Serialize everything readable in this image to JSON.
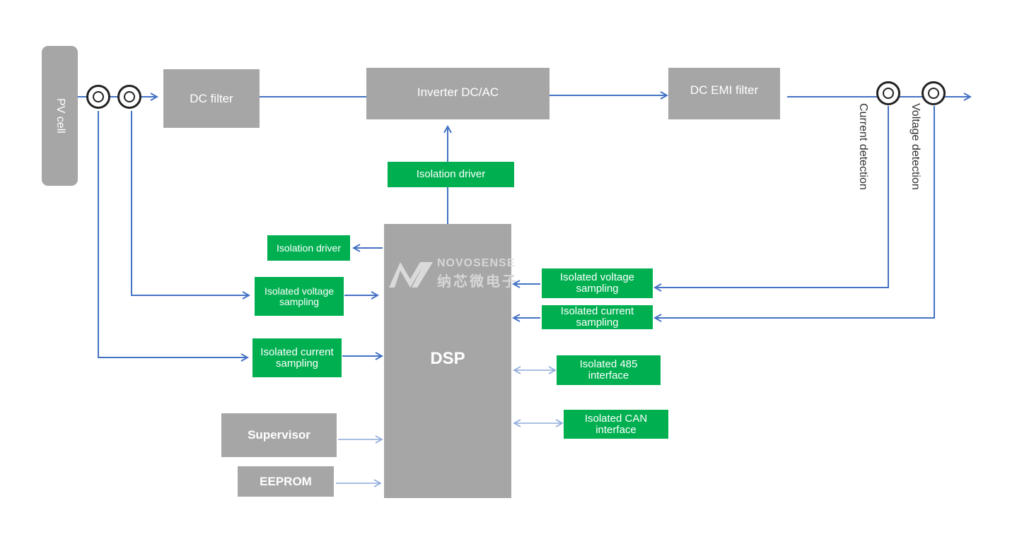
{
  "diagram": {
    "pv_cell": "PV cell",
    "dc_filter": "DC filter",
    "inverter": "Inverter DC/AC",
    "dc_emi_filter": "DC EMI filter",
    "current_detection": "Current detection",
    "voltage_detection": "Voltage detection",
    "isolation_driver_top": "Isolation driver",
    "isolation_driver_left": "Isolation driver",
    "left_voltage_sampling": "Isolated voltage sampling",
    "left_current_sampling": "Isolated current sampling",
    "right_voltage_sampling": "Isolated voltage sampling",
    "right_current_sampling": "Isolated current sampling",
    "dsp": "DSP",
    "rs485": "Isolated 485 interface",
    "can": "Isolated CAN interface",
    "supervisor": "Supervisor",
    "eeprom": "EEPROM",
    "logo_en": "NOVOSENSE",
    "logo_cn": "纳芯微电子"
  },
  "colors": {
    "wire": "#4472c4",
    "wire_light": "#8eaadb",
    "gray_block": "#a6a6a6",
    "green_block": "#00b050"
  },
  "icons": [
    "sensor-ring-icon",
    "novosense-logo-icon"
  ]
}
